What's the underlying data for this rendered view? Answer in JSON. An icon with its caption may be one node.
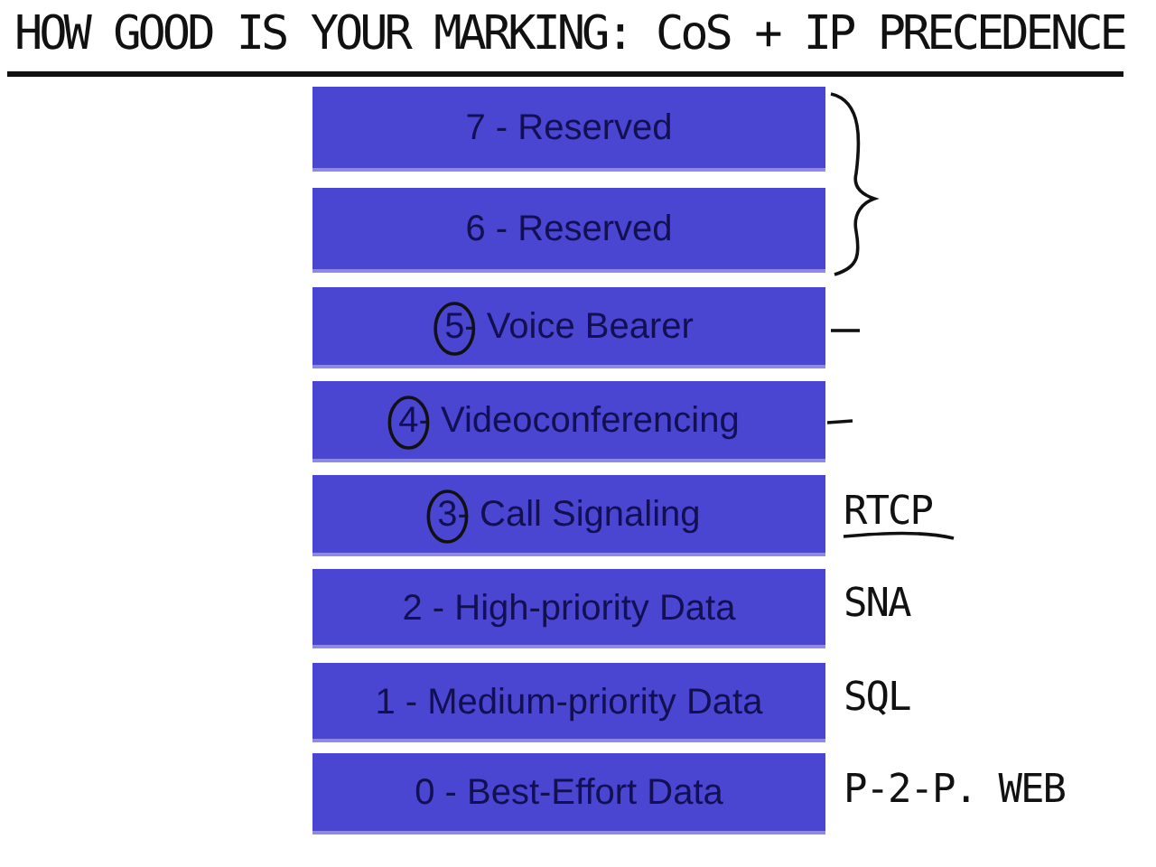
{
  "diagram": {
    "title": "HOW GOOD IS YOUR MARKING: CoS + IP PRECEDENCE",
    "nodes": [
      {
        "text": [
          "7 - Reserved"
        ]
      },
      {
        "text": [
          "6 - Reserved"
        ]
      },
      {
        "text": [
          "5- Voice Bearer"
        ]
      },
      {
        "text": [
          "4- Videoconferencing"
        ]
      },
      {
        "text": [
          "3- Call Signaling"
        ],
        "beside": [
          "RTCP"
        ]
      },
      {
        "text": [
          "2 - High-priority Data"
        ],
        "beside": [
          "SNA"
        ]
      },
      {
        "text": [
          "1 - Medium-priority Data"
        ],
        "beside": [
          "SQL"
        ]
      },
      {
        "text": [
          "0 - Best-Effort Data"
        ],
        "beside": [
          "P-2-P. WEB"
        ]
      }
    ]
  }
}
